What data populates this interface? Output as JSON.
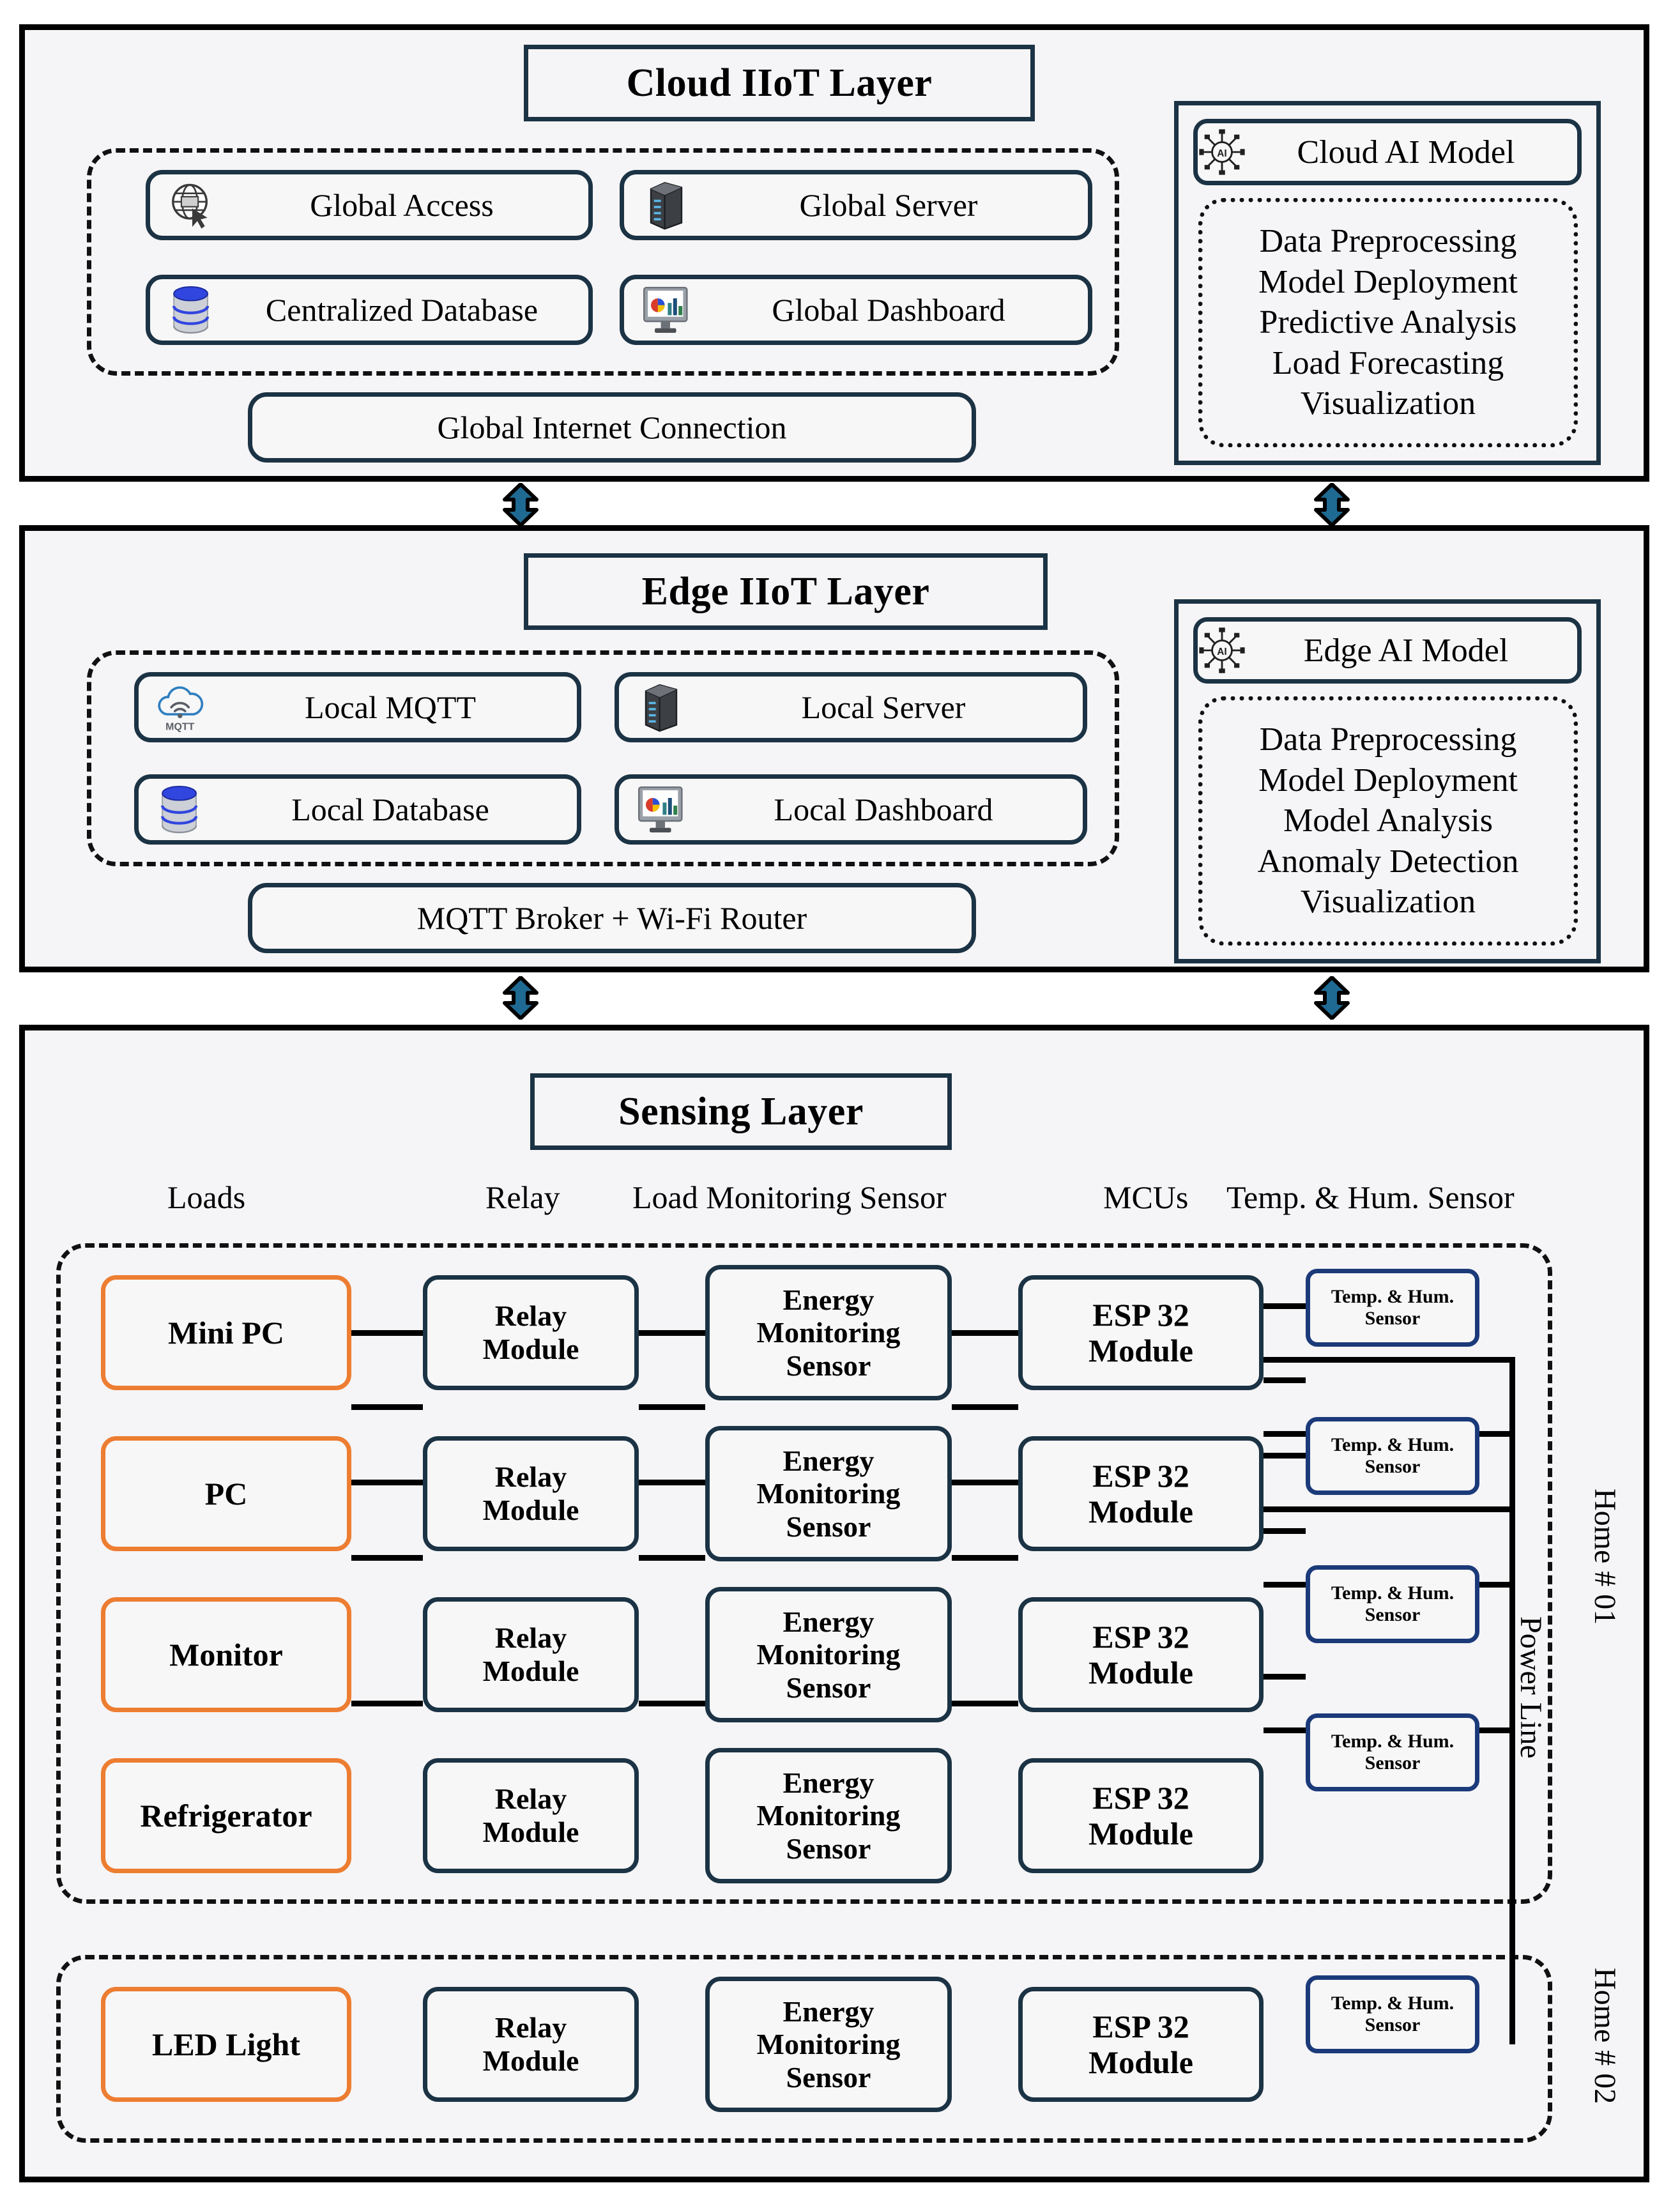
{
  "cloud": {
    "title": "Cloud IIoT Layer",
    "items": [
      {
        "label": "Global Access",
        "icon": "globe-cursor-icon"
      },
      {
        "label": "Global Server",
        "icon": "server-rack-icon"
      },
      {
        "label": "Centralized Database",
        "icon": "database-icon"
      },
      {
        "label": "Global Dashboard",
        "icon": "dashboard-monitor-icon"
      }
    ],
    "connection": "Global Internet Connection",
    "ai": {
      "title": "Cloud AI Model",
      "icon": "ai-chip-icon",
      "features": [
        "Data Preprocessing",
        "Model Deployment",
        "Predictive Analysis",
        "Load Forecasting",
        "Visualization"
      ]
    }
  },
  "edge": {
    "title": "Edge IIoT Layer",
    "items": [
      {
        "label": "Local MQTT",
        "icon": "mqtt-cloud-icon"
      },
      {
        "label": "Local Server",
        "icon": "server-rack-icon"
      },
      {
        "label": "Local Database",
        "icon": "database-icon"
      },
      {
        "label": "Local Dashboard",
        "icon": "dashboard-monitor-icon"
      }
    ],
    "connection": "MQTT Broker + Wi-Fi Router",
    "ai": {
      "title": "Edge AI Model",
      "icon": "ai-chip-icon",
      "features": [
        "Data Preprocessing",
        "Model Deployment",
        "Model Analysis",
        "Anomaly Detection",
        "Visualization"
      ]
    }
  },
  "sensing": {
    "title": "Sensing Layer",
    "columns": [
      "Loads",
      "Relay",
      "Load Monitoring Sensor",
      "MCUs",
      "Temp. & Hum. Sensor"
    ],
    "relay_label": "Relay\nModule",
    "energy_label": "Energy\nMonitoring\nSensor",
    "mcu_label": "ESP 32\nModule",
    "th_label": "Temp. & Hum.\nSensor",
    "power_line_label": "Power Line",
    "homes": [
      {
        "name": "Home # 01",
        "rows": [
          {
            "load": "Mini PC"
          },
          {
            "load": "PC"
          },
          {
            "load": "Monitor"
          },
          {
            "load": "Refrigerator"
          }
        ]
      },
      {
        "name": "Home # 02",
        "rows": [
          {
            "load": "LED Light"
          }
        ]
      }
    ]
  },
  "colors": {
    "navy": "#1b3344",
    "orange": "#ED7D31",
    "sensor_blue": "#1b3a7a",
    "panel_bg": "#f5f4f6",
    "arrow_fill": "#1f6a93",
    "outline": "#000000"
  }
}
